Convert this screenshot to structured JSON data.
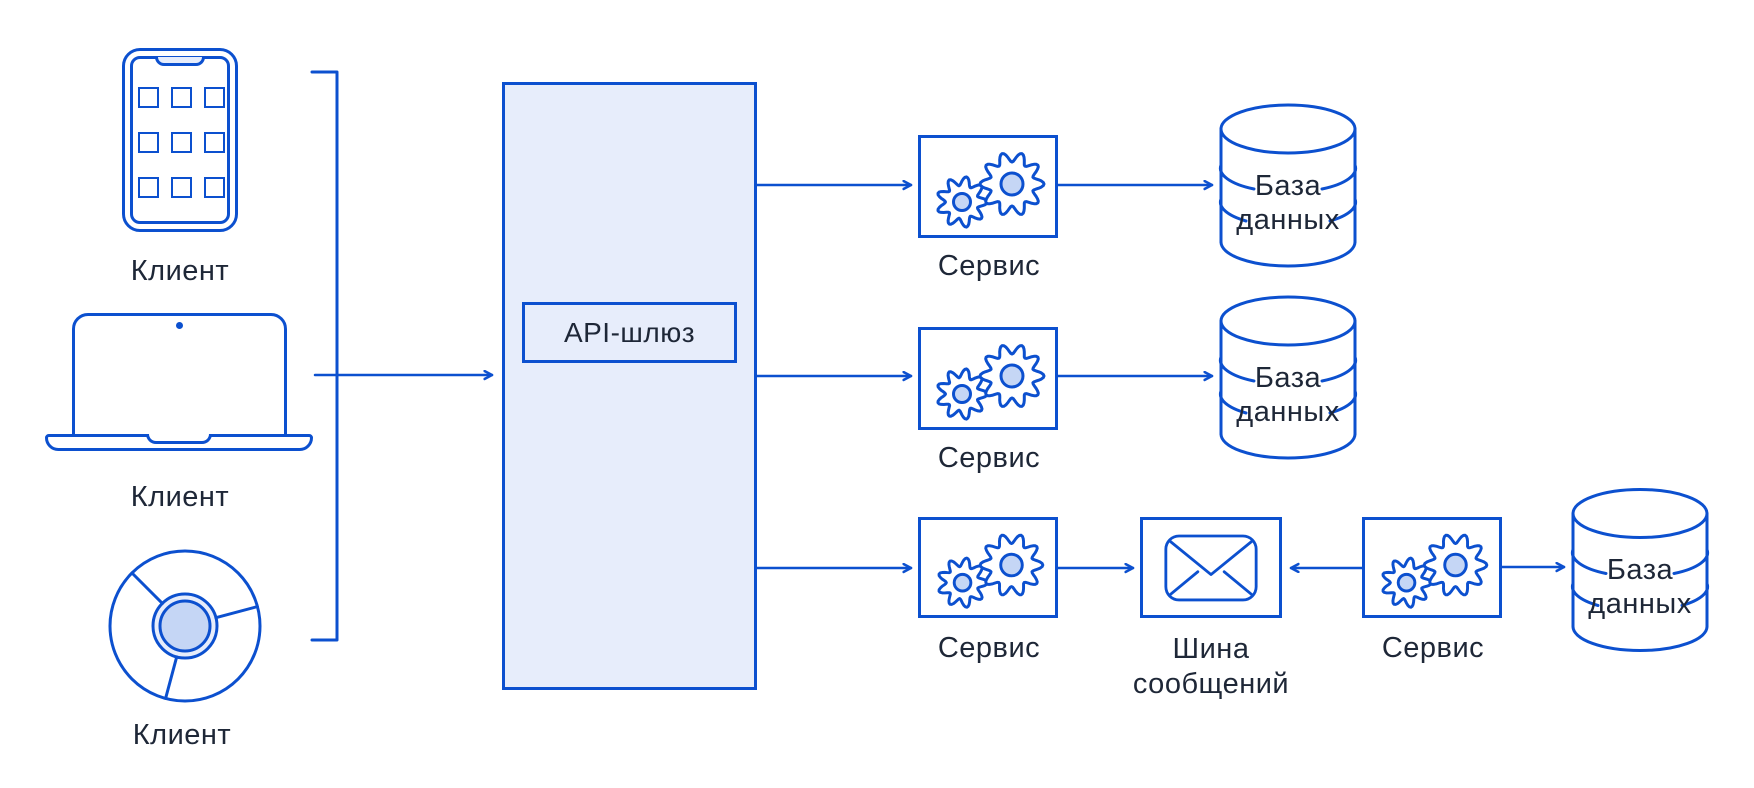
{
  "colors": {
    "stroke": "#0C50CF",
    "fill": "#E7EDFB",
    "accent": "#C5D6F5",
    "text": "#1E2737"
  },
  "clients": [
    {
      "label": "Клиент",
      "icon": "mobile-app-grid-icon"
    },
    {
      "label": "Клиент",
      "icon": "laptop-icon"
    },
    {
      "label": "Клиент",
      "icon": "browser-icon"
    }
  ],
  "gateway": {
    "label": "API-шлюз"
  },
  "services": [
    {
      "label": "Сервис"
    },
    {
      "label": "Сервис"
    },
    {
      "label": "Сервис"
    },
    {
      "label": "Сервис"
    }
  ],
  "databases": [
    {
      "line1": "База",
      "line2": "данных"
    },
    {
      "line1": "База",
      "line2": "данных"
    },
    {
      "line1": "База",
      "line2": "данных"
    }
  ],
  "message_bus": {
    "line1": "Шина",
    "line2": "сообщений"
  }
}
